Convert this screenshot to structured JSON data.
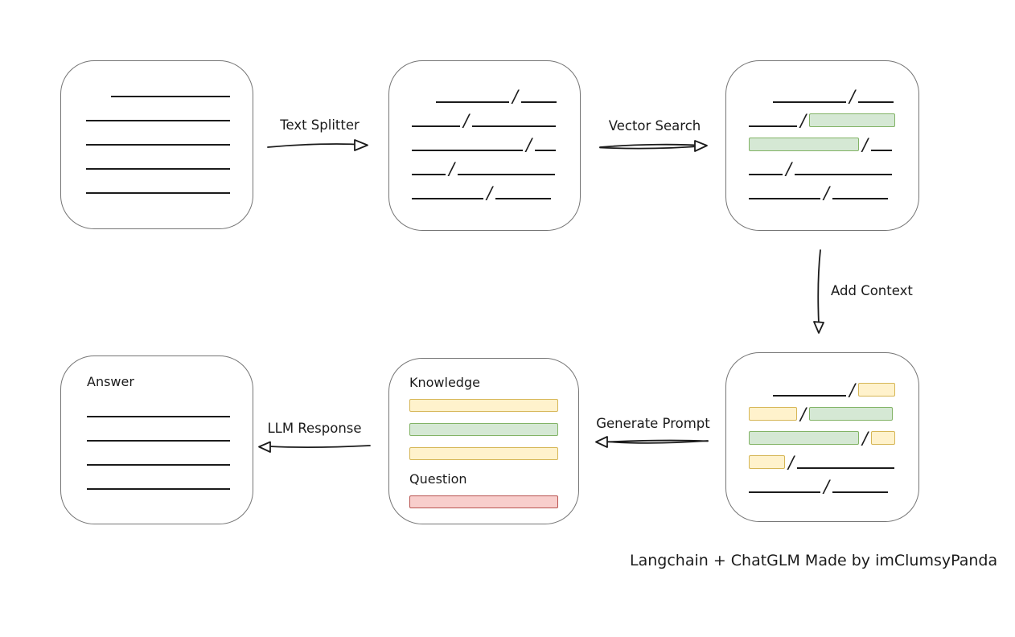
{
  "caption": "Langchain + ChatGLM Made by imClumsyPanda",
  "colors": {
    "ink": "#1b1b1b",
    "box_border": "#757575",
    "green_fill": "#d5e8d4",
    "green_stroke": "#82b366",
    "yellow_fill": "#fff2cc",
    "yellow_stroke": "#d6b656",
    "red_fill": "#f8cecc",
    "red_stroke": "#b85450"
  },
  "labels": {
    "text_splitter": "Text Splitter",
    "vector_search": "Vector Search",
    "add_context": "Add Context",
    "generate_prompt": "Generate Prompt",
    "llm_response": "LLM Response",
    "knowledge": "Knowledge",
    "question": "Question",
    "answer": "Answer"
  },
  "boxes": {
    "document": {
      "lines": [
        {
          "w": 148,
          "ml": 31
        },
        {
          "w": 179
        },
        {
          "w": 179
        },
        {
          "w": 179
        },
        {
          "w": 179
        }
      ]
    },
    "split_chunks": {
      "rows": [
        [
          {
            "k": "line",
            "w": 91,
            "ml": 30
          },
          {
            "k": "slash"
          },
          {
            "k": "line",
            "w": 44
          }
        ],
        [
          {
            "k": "line",
            "w": 60
          },
          {
            "k": "slash"
          },
          {
            "k": "line",
            "w": 104
          }
        ],
        [
          {
            "k": "line",
            "w": 138
          },
          {
            "k": "slash"
          },
          {
            "k": "line",
            "w": 26
          }
        ],
        [
          {
            "k": "line",
            "w": 42
          },
          {
            "k": "slash"
          },
          {
            "k": "line",
            "w": 121
          }
        ],
        [
          {
            "k": "line",
            "w": 89
          },
          {
            "k": "slash"
          },
          {
            "k": "line",
            "w": 69
          }
        ]
      ]
    },
    "retrieved_chunks": {
      "rows": [
        [
          {
            "k": "line",
            "w": 91,
            "ml": 30
          },
          {
            "k": "slash"
          },
          {
            "k": "line",
            "w": 44
          }
        ],
        [
          {
            "k": "line",
            "w": 60
          },
          {
            "k": "slash"
          },
          {
            "k": "rect",
            "c": "green",
            "w": 107
          }
        ],
        [
          {
            "k": "rect",
            "c": "green",
            "w": 137
          },
          {
            "k": "slash"
          },
          {
            "k": "line",
            "w": 26
          }
        ],
        [
          {
            "k": "line",
            "w": 42
          },
          {
            "k": "slash"
          },
          {
            "k": "line",
            "w": 121
          }
        ],
        [
          {
            "k": "line",
            "w": 89
          },
          {
            "k": "slash"
          },
          {
            "k": "line",
            "w": 69
          }
        ]
      ]
    },
    "context_chunks": {
      "rows": [
        [
          {
            "k": "line",
            "w": 91,
            "ml": 30
          },
          {
            "k": "slash"
          },
          {
            "k": "rect",
            "c": "yellow",
            "w": 46
          }
        ],
        [
          {
            "k": "rect",
            "c": "yellow",
            "w": 60
          },
          {
            "k": "slash"
          },
          {
            "k": "rect",
            "c": "green",
            "w": 104
          }
        ],
        [
          {
            "k": "rect",
            "c": "green",
            "w": 137
          },
          {
            "k": "slash"
          },
          {
            "k": "rect",
            "c": "yellow",
            "w": 30
          }
        ],
        [
          {
            "k": "rect",
            "c": "yellow",
            "w": 45
          },
          {
            "k": "slash"
          },
          {
            "k": "line",
            "w": 121
          }
        ],
        [
          {
            "k": "line",
            "w": 89
          },
          {
            "k": "slash"
          },
          {
            "k": "line",
            "w": 69
          }
        ]
      ]
    },
    "prompt": {
      "knowledge_bars": [
        "yellow",
        "green",
        "yellow"
      ],
      "question_bars": [
        "red"
      ]
    },
    "answer": {
      "lines": [
        {
          "w": 178
        },
        {
          "w": 178
        },
        {
          "w": 178
        },
        {
          "w": 178
        }
      ]
    }
  }
}
